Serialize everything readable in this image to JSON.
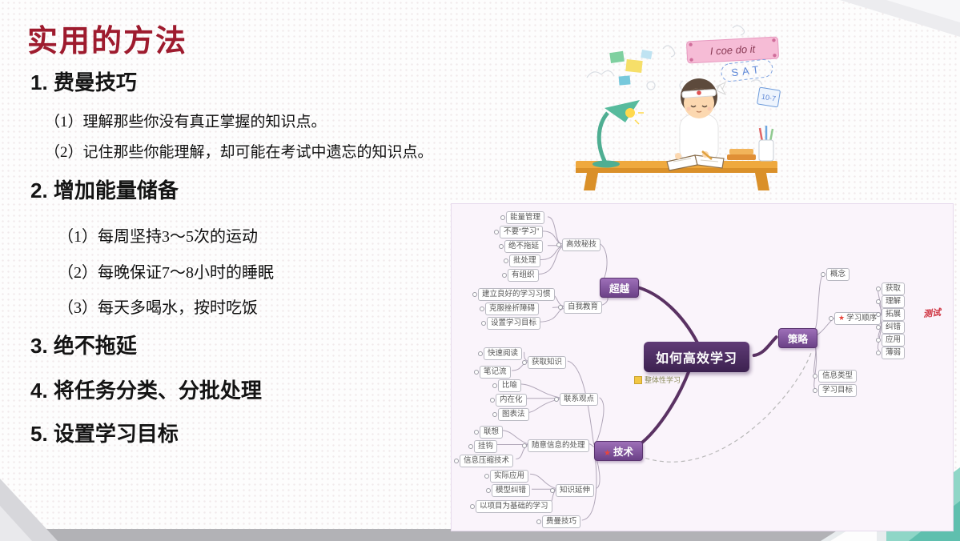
{
  "slide": {
    "title": "实用的方法",
    "items": [
      {
        "label": "1. 费曼技巧",
        "subs": [
          "（1）理解那些你没有真正掌握的知识点。",
          "（2）记住那些你能理解，却可能在考试中遗忘的知识点。"
        ]
      },
      {
        "label": "2. 增加能量储备",
        "subs": [
          "（1）每周坚持3～5次的运动",
          "（2）每晚保证7～8小时的睡眠",
          "（3）每天多喝水，按时吃饭"
        ]
      },
      {
        "label": "3. 绝不拖延",
        "subs": []
      },
      {
        "label": "4. 将任务分类、分批处理",
        "subs": []
      },
      {
        "label": "5. 设置学习目标",
        "subs": []
      }
    ]
  },
  "illustration": {
    "banner_text": "I coe do it",
    "sat_text": "SAT",
    "note_text": "10-7"
  },
  "mindmap": {
    "center": "如何高效学习",
    "tag": "整体性学习",
    "test_note": "测试",
    "star": "★",
    "branch_transcend": "超越",
    "branch_strategy": "策略",
    "branch_technique": "技术",
    "transcend": {
      "group1": "高效秘技",
      "g1_items": [
        "能量管理",
        "不要“学习”",
        "绝不拖延",
        "批处理",
        "有组织"
      ],
      "group2": "自我教育",
      "g2_items": [
        "建立良好的学习习惯",
        "克服挫折障碍",
        "设置学习目标"
      ]
    },
    "technique": {
      "group1": "获取知识",
      "g1_items": [
        "快速阅读",
        "笔记流"
      ],
      "group2": "联系观点",
      "g2_items": [
        "比喻",
        "内在化",
        "图表法"
      ],
      "group3": "随意信息的处理",
      "g3_items": [
        "联想",
        "挂钩",
        "信息压缩技术"
      ],
      "group4": "知识延伸",
      "g4_items": [
        "实际应用",
        "模型纠错",
        "以项目为基础的学习"
      ],
      "extra": "费曼技巧"
    },
    "strategy": {
      "concept": "概念",
      "order": "学习顺序",
      "order_items": [
        "获取",
        "理解",
        "拓展",
        "纠错",
        "应用",
        "薄弱"
      ],
      "info_type": "信息类型",
      "goal": "学习目标"
    }
  },
  "colors": {
    "title_red": "#9E1B2E",
    "branch_purple": "#6b4187",
    "center_purple": "#3c2150",
    "accent_teal": "#8fd6c7",
    "banner_pink": "#f6bcd6",
    "desk_orange": "#efa93e"
  }
}
